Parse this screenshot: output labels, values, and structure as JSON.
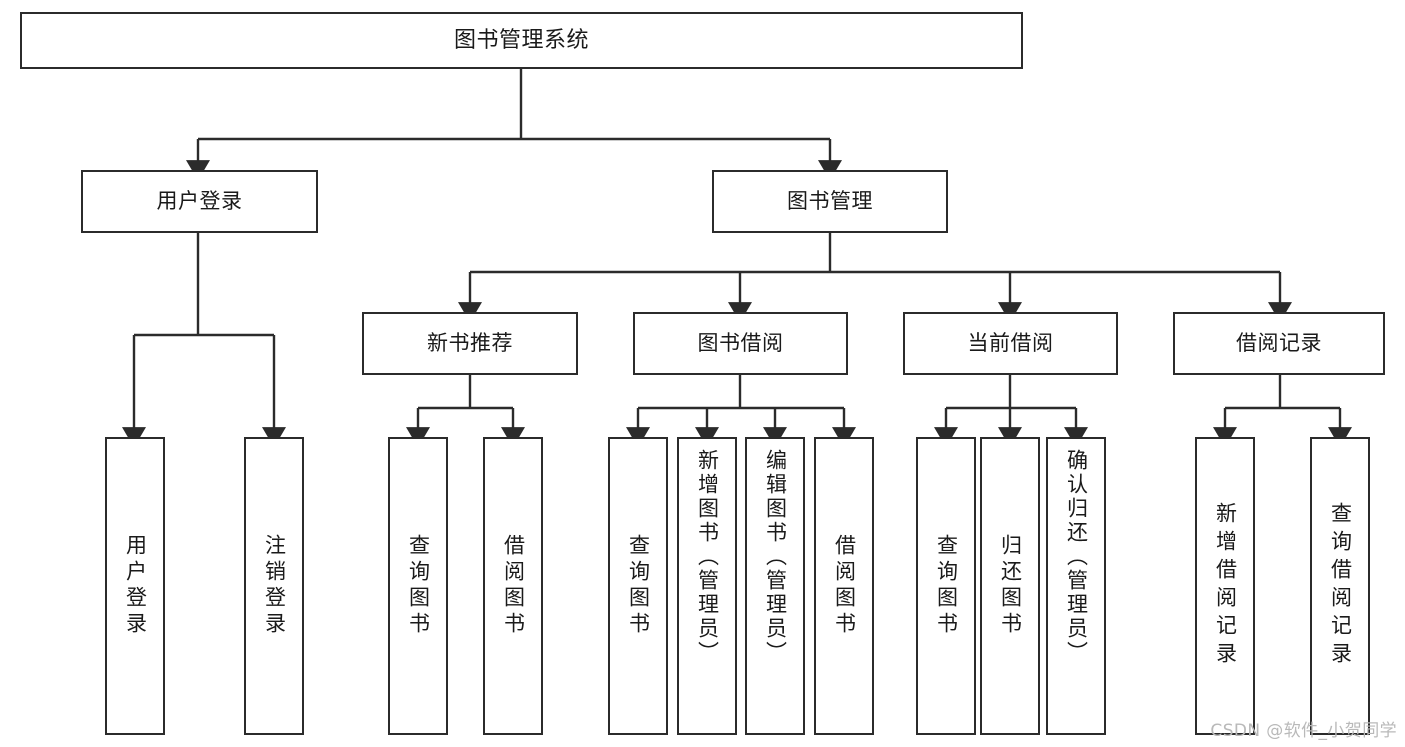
{
  "diagram": {
    "title": "图书管理系统",
    "type": "功能结构图",
    "colors": {
      "stroke": "#2b2b2b",
      "fill": "#ffffff",
      "text": "#1a1a1a",
      "watermark": "#b9b9b9"
    }
  },
  "root": {
    "label": "图书管理系统"
  },
  "level2": [
    {
      "label": "用户登录"
    },
    {
      "label": "图书管理"
    }
  ],
  "level3": [
    {
      "label": "新书推荐"
    },
    {
      "label": "图书借阅"
    },
    {
      "label": "当前借阅"
    },
    {
      "label": "借阅记录"
    }
  ],
  "leaves": {
    "user_login": [
      {
        "label": "用户登录"
      },
      {
        "label": "注销登录"
      }
    ],
    "new_book": [
      {
        "label": "查询图书"
      },
      {
        "label": "借阅图书"
      }
    ],
    "book_borrow": [
      {
        "label": "查询图书"
      },
      {
        "label": "新增图书（管理员）"
      },
      {
        "label": "编辑图书（管理员）"
      },
      {
        "label": "借阅图书"
      }
    ],
    "current_borrow": [
      {
        "label": "查询图书"
      },
      {
        "label": "归还图书"
      },
      {
        "label": "确认归还（管理员）"
      }
    ],
    "borrow_record": [
      {
        "label": "新增借阅记录"
      },
      {
        "label": "查询借阅记录"
      }
    ]
  },
  "watermark": {
    "text": "CSDN @软件_小贺同学"
  }
}
